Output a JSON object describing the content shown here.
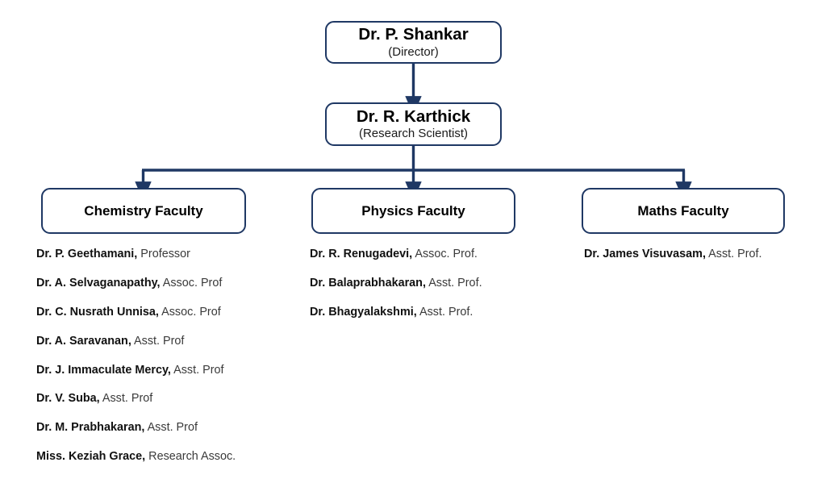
{
  "chart_data": {
    "type": "diagram",
    "title": "Department organizational hierarchy chart",
    "orientation": "top-down"
  },
  "theme": {
    "box_border_color": "#1F3864",
    "connector_color": "#1F3864",
    "background_color": "#FFFFFF",
    "name_text_color": "#111111",
    "role_text_color": "#3A3A3A"
  },
  "nodes": {
    "director": {
      "title": "Dr. P. Shankar",
      "subtitle": "(Director)"
    },
    "research_scientist": {
      "title": "Dr. R. Karthick",
      "subtitle": "(Research Scientist)"
    },
    "departments": [
      {
        "key": "chemistry",
        "label": "Chemistry Faculty"
      },
      {
        "key": "physics",
        "label": "Physics Faculty"
      },
      {
        "key": "maths",
        "label": "Maths Faculty"
      }
    ]
  },
  "rosters": {
    "chemistry": [
      {
        "name": "Dr. P. Geethamani,",
        "role": "Professor"
      },
      {
        "name": "Dr. A. Selvaganapathy,",
        "role": "Assoc. Prof"
      },
      {
        "name": "Dr. C. Nusrath Unnisa,",
        "role": "Assoc. Prof"
      },
      {
        "name": "Dr. A. Saravanan,",
        "role": "Asst. Prof"
      },
      {
        "name": "Dr. J. Immaculate Mercy,",
        "role": "Asst. Prof"
      },
      {
        "name": "Dr. V. Suba,",
        "role": "Asst. Prof"
      },
      {
        "name": "Dr. M. Prabhakaran,",
        "role": "Asst. Prof"
      },
      {
        "name": "Miss. Keziah Grace,",
        "role": "Research Assoc."
      }
    ],
    "physics": [
      {
        "name": "Dr. R. Renugadevi,",
        "role": "Assoc. Prof."
      },
      {
        "name": "Dr. Balaprabhakaran,",
        "role": "Asst. Prof."
      },
      {
        "name": "Dr. Bhagyalakshmi,",
        "role": "Asst. Prof."
      }
    ],
    "maths": [
      {
        "name": "Dr. James Visuvasam,",
        "role": "Asst. Prof."
      }
    ]
  }
}
